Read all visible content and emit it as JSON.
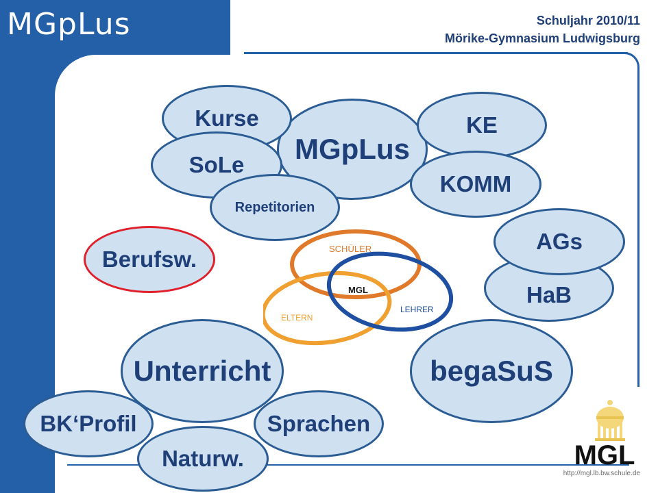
{
  "header": {
    "app_title": "MGpLus",
    "line1": "Schuljahr 2010/11",
    "line2": "Mörike-Gymnasium Ludwigsburg"
  },
  "bubbles": {
    "kurse": "Kurse",
    "mgplus": "MGpLus",
    "ke": "KE",
    "sole": "SoLe",
    "komm": "KOMM",
    "repetitorien": "Repetitorien",
    "berufsw": "Berufsw.",
    "ags": "AGs",
    "hab": "HaB",
    "unterricht": "Unterricht",
    "begasus": "begaSuS",
    "bkprofil": "BK‘Profil",
    "sprachen": "Sprachen",
    "naturw": "Naturw."
  },
  "center_logo": {
    "schueler": "SCHÜLER",
    "mgl": "MGL",
    "eltern": "ELTERN",
    "lehrer": "LEHRER",
    "colors": {
      "schueler": "#e07a2a",
      "eltern": "#f0a030",
      "lehrer": "#1e4fa0"
    }
  },
  "corner_logo": {
    "text": "MGL"
  },
  "footer": {
    "url": "http://mgl.lb.bw.schule.de"
  },
  "colors": {
    "brand": "#2460a7",
    "bubble_fill": "#cfe0f1",
    "bubble_border": "#2b5d94",
    "alert": "#e0202a"
  }
}
